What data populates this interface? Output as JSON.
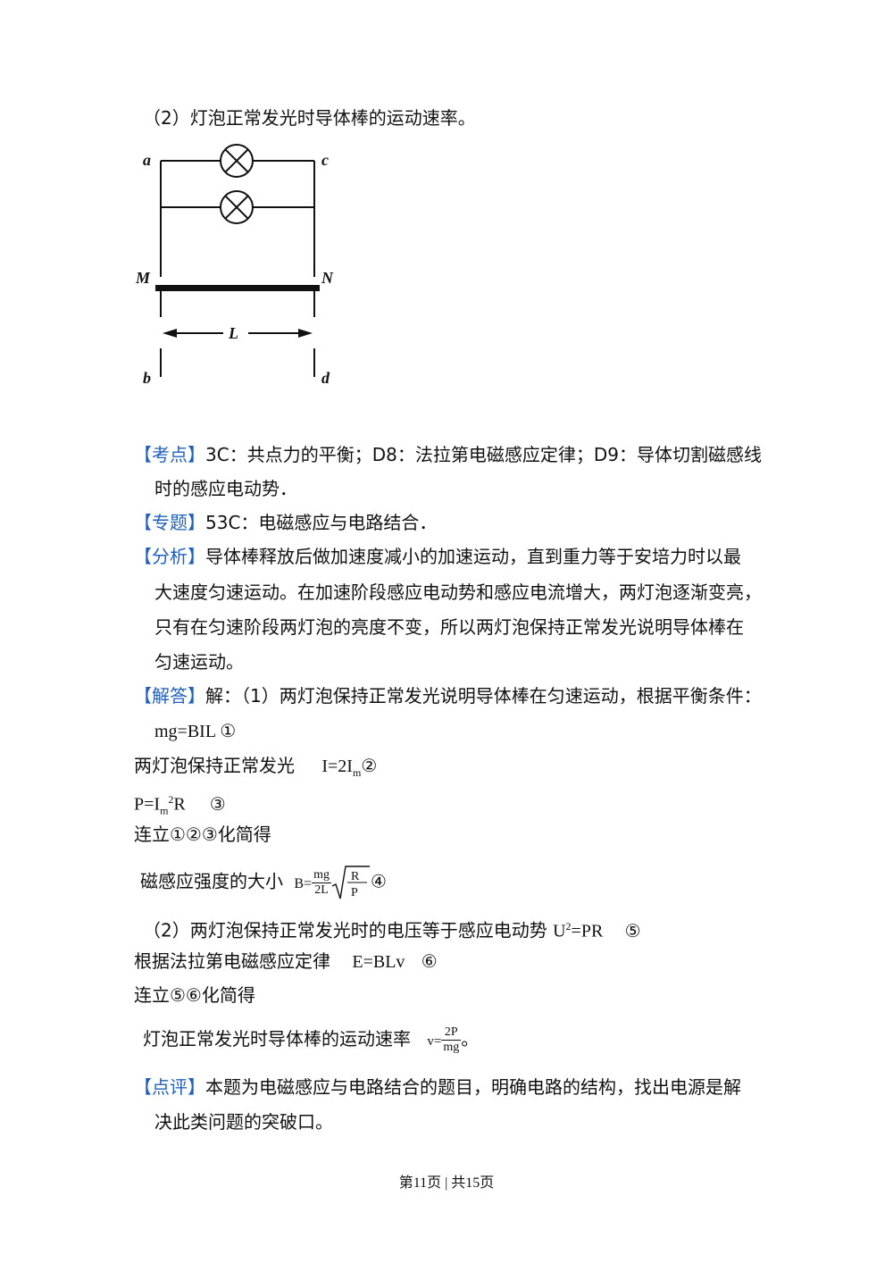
{
  "question_part2": "（2）灯泡正常发光时导体棒的运动速率。",
  "figure": {
    "label_a": "a",
    "label_c": "c",
    "label_M": "M",
    "label_N": "N",
    "label_L": "L",
    "label_b": "b",
    "label_d": "d"
  },
  "kaodian": {
    "tag": "【考点】",
    "text1": "3C：共点力的平衡；D8：法拉第电磁感应定律；D9：导体切割磁感线",
    "text2": "时的感应电动势．"
  },
  "zhuanti": {
    "tag": "【专题】",
    "text": "53C：电磁感应与电路结合．"
  },
  "fenxi": {
    "tag": "【分析】",
    "text1": "导体棒释放后做加速度减小的加速运动，直到重力等于安培力时以最",
    "text2": "大速度匀速运动。在加速阶段感应电动势和感应电流增大，两灯泡逐渐变亮，",
    "text3": "只有在匀速阶段两灯泡的亮度不变，所以两灯泡保持正常发光说明导体棒在",
    "text4": "匀速运动。"
  },
  "jieda": {
    "tag": "【解答】",
    "text1": "解：（1）两灯泡保持正常发光说明导体棒在匀速运动，根据平衡条件：",
    "eq1": "mg=BIL ①",
    "line3_text": "两灯泡保持正常发光",
    "eq2_main": "I=2I",
    "eq2_sub": "m",
    "eq2_mark": "②",
    "eq3_a": "P=I",
    "eq3_sub": "m",
    "eq3_sup": "2",
    "eq3_b": "R",
    "eq3_mark": "③",
    "line5": "连立①②③化简得",
    "line6_text": "磁感应强度的大小",
    "B_eq": "B=",
    "B_num": "mg",
    "B_den": "2L",
    "B_root_num": "R",
    "B_root_den": "P",
    "B_mark": "④",
    "line7_text": "（2）两灯泡保持正常发光时的电压等于感应电动势",
    "line7_eq_a": "U",
    "line7_eq_sup": "2",
    "line7_eq_b": "=PR",
    "line7_mark": "⑤",
    "line8_text": "根据法拉第电磁感应定律",
    "line8_eq": "E=BLv",
    "line8_mark": "⑥",
    "line9": "连立⑤⑥化简得",
    "line10_text": "灯泡正常发光时导体棒的运动速率",
    "v_eq": "v=",
    "v_num": "2P",
    "v_den": "mg",
    "v_end": "。"
  },
  "dianping": {
    "tag": "【点评】",
    "text1": "本题为电磁感应与电路结合的题目，明确电路的结构，找出电源是解",
    "text2": "决此类问题的突破口。"
  },
  "footer": "第11页 | 共15页",
  "colors": {
    "tag": "#1f5fbf",
    "text": "#111111"
  }
}
